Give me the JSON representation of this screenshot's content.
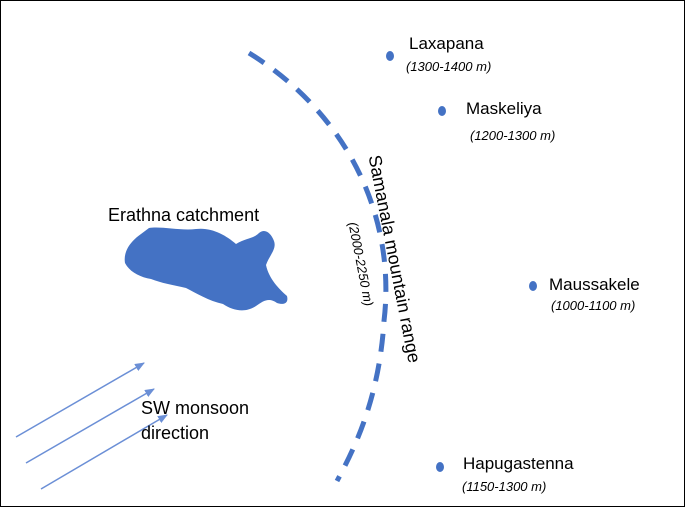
{
  "catchment": {
    "label": "Erathna catchment",
    "color": "#4472c4"
  },
  "mountain_range": {
    "name": "Samanala mountain range",
    "altitude": "(2000-2250  m)",
    "color": "#4472c4"
  },
  "monsoon": {
    "line1": "SW monsoon",
    "line2": "direction",
    "arrow_color": "#6b8fd6"
  },
  "stations": [
    {
      "name": "Laxapana",
      "altitude": "(1300-1400 m)"
    },
    {
      "name": "Maskeliya",
      "altitude": "(1200-1300 m)"
    },
    {
      "name": "Maussakele",
      "altitude": "(1000-1100 m)"
    },
    {
      "name": "Hapugastenna",
      "altitude": "(1150-1300 m)"
    }
  ],
  "marker_color": "#4472c4"
}
